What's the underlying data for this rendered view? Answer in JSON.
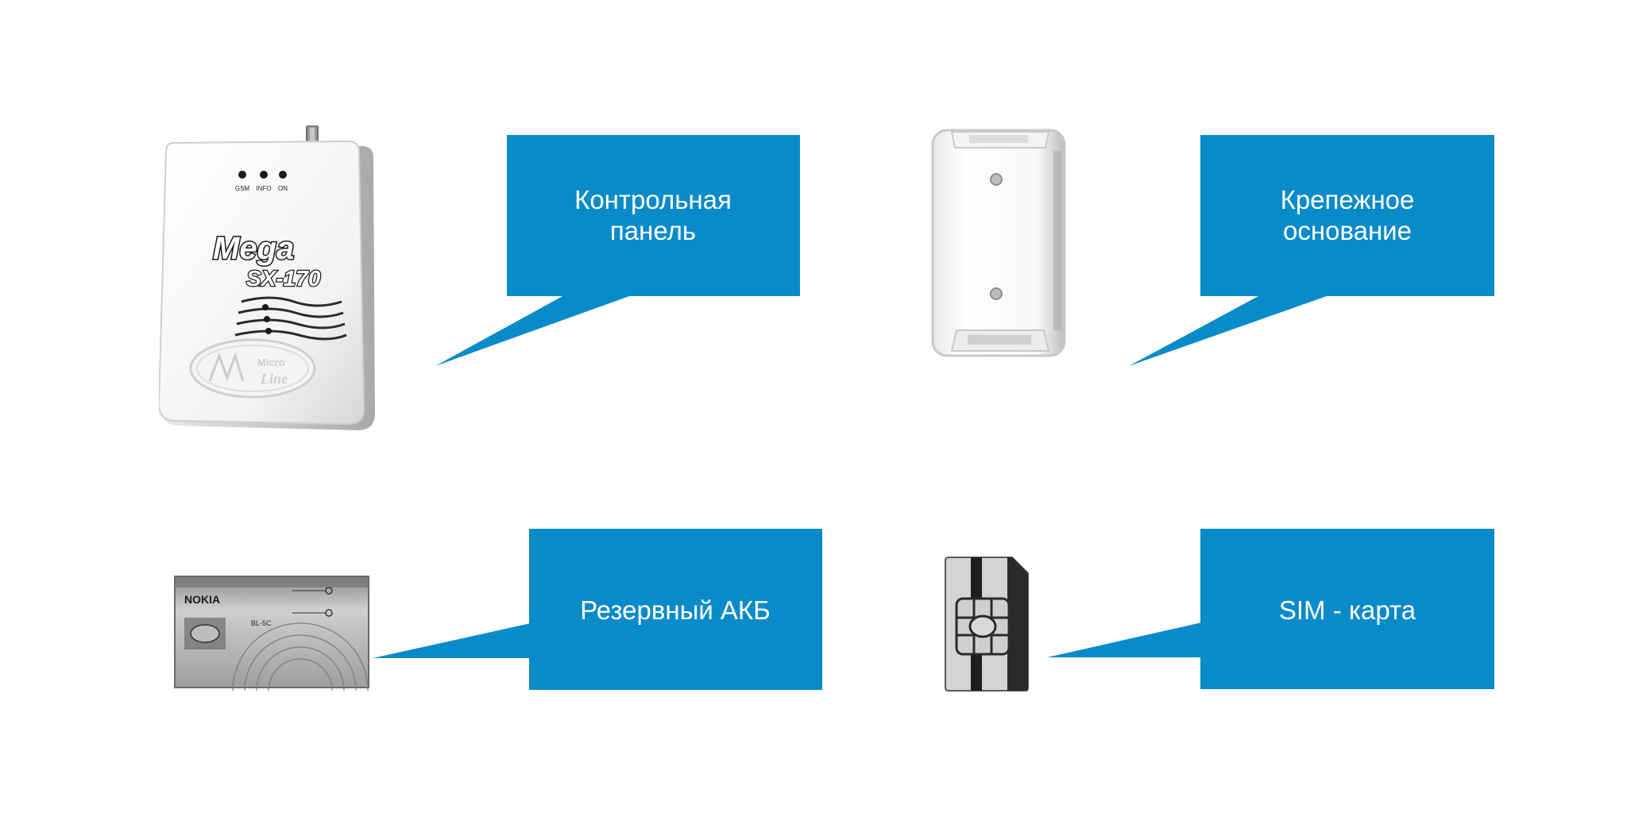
{
  "colors": {
    "callout_fill": "#0a8bc9",
    "callout_text": "#ffffff",
    "background": "#ffffff"
  },
  "items": [
    {
      "name": "control-panel",
      "label_lines": [
        "Контрольная",
        "панель"
      ],
      "device_text": {
        "brand_line1": "Mega",
        "brand_line2": "SX-170",
        "led_labels": [
          "GSM",
          "INFO",
          "ON"
        ],
        "logo_line1": "Micro",
        "logo_line2": "Line"
      }
    },
    {
      "name": "mounting-base",
      "label_lines": [
        "Крепежное",
        "основание"
      ]
    },
    {
      "name": "backup-battery",
      "label_lines": [
        "Резервный АКБ"
      ],
      "device_text": {
        "brand": "NOKIA",
        "model": "BL-5C"
      }
    },
    {
      "name": "sim-card",
      "label_lines": [
        "SIM - карта"
      ]
    }
  ]
}
